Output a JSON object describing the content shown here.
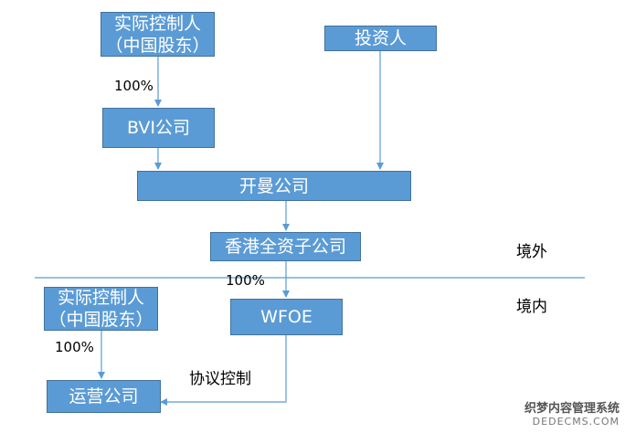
{
  "nodes": {
    "controller_overseas": {
      "line1": "实际控制人",
      "line2": "（中国股东）"
    },
    "investor": {
      "label": "投资人"
    },
    "bvi": {
      "label": "BVI公司"
    },
    "cayman": {
      "label": "开曼公司"
    },
    "hk_sub": {
      "label": "香港全资子公司"
    },
    "wfoe": {
      "label": "WFOE"
    },
    "controller_domestic": {
      "line1": "实际控制人",
      "line2": "（中国股东）"
    },
    "opco": {
      "label": "运营公司"
    }
  },
  "edge_labels": {
    "controller_bvi": "100%",
    "hk_wfoe": "100%",
    "controller_opco": "100%",
    "vie_agreement": "协议控制"
  },
  "regions": {
    "offshore": "境外",
    "onshore": "境内"
  },
  "watermark": {
    "line1": "织梦内容管理系统",
    "line2": "DEDECMS.COM"
  },
  "colors": {
    "box_fill": "#5b9bd5",
    "box_border": "#41719c",
    "connector": "#5b9bd5"
  }
}
